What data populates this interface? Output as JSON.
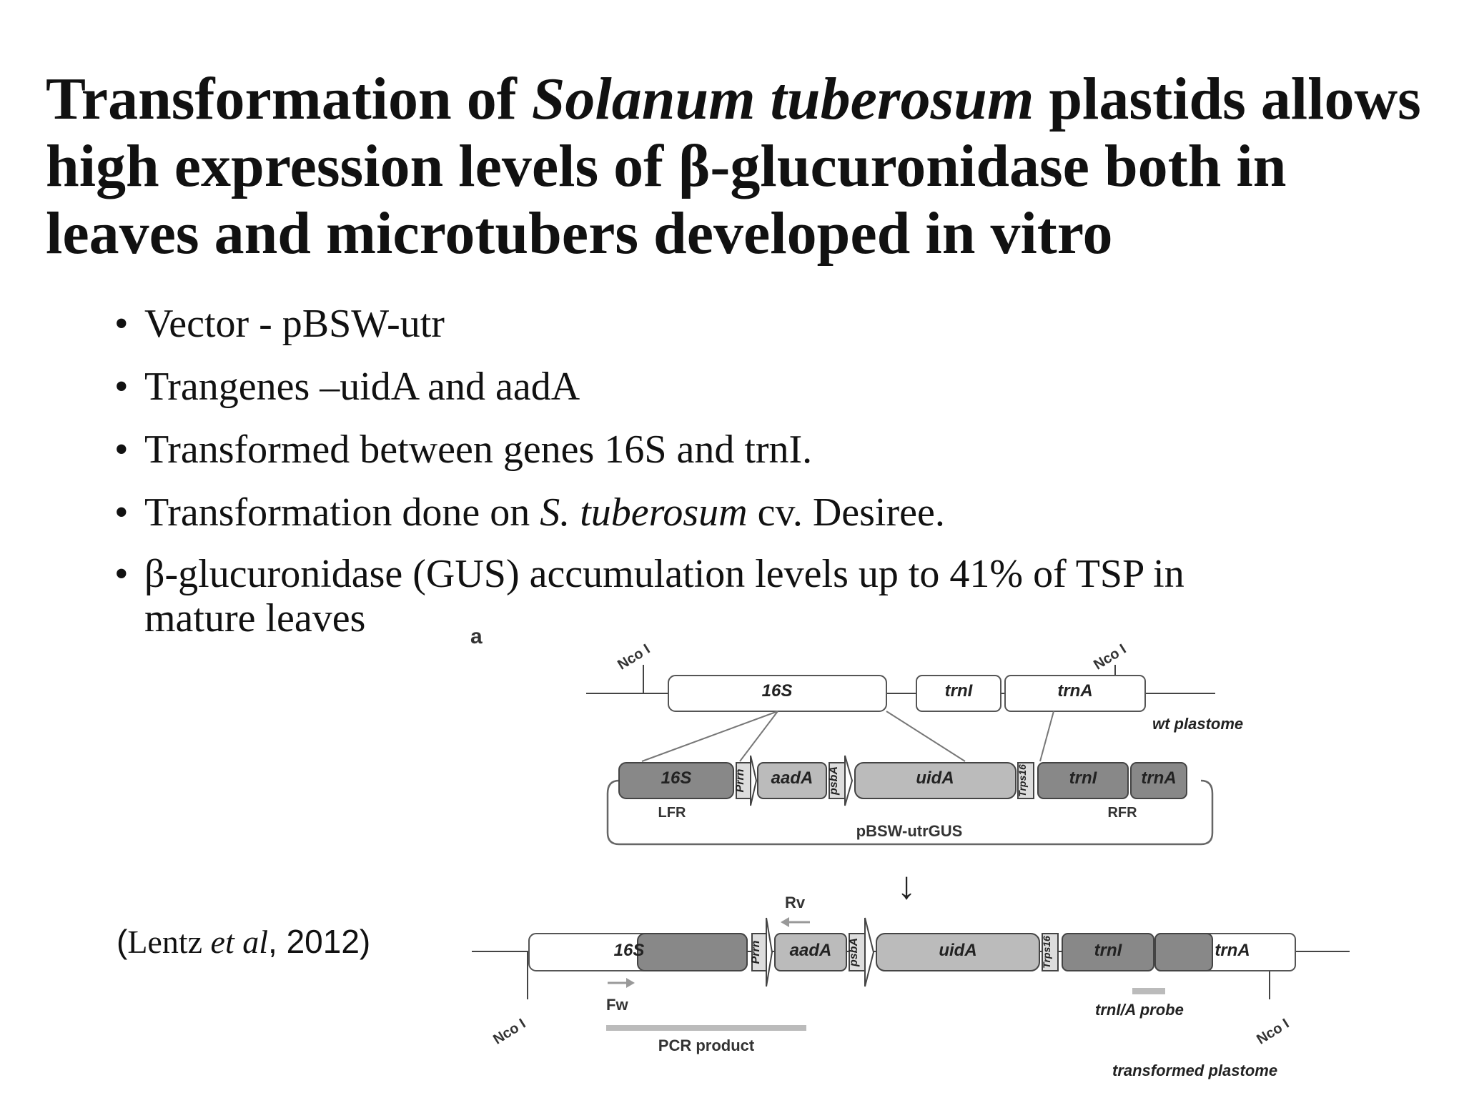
{
  "title": {
    "part1": "Transformation of ",
    "species": "Solanum tuberosum",
    "part2": " plastids allows high expression levels of β-glucuronidase both in leaves and microtubers developed in vitro"
  },
  "bullet_symbol": "•",
  "bullets": {
    "b1": "Vector - pBSW-utr",
    "b2": "Trangenes –uidA and aadA",
    "b3": "Transformed between genes 16S and trnI.",
    "b4_pre": "Transformation done on  ",
    "b4_species": "S. tuberosum",
    "b4_post": " cv. Desiree.",
    "b5": "β-glucuronidase (GUS) accumulation levels up to 41% of TSP in mature leaves"
  },
  "citation": {
    "open": "(",
    "author": "Lentz ",
    "etal": "et al",
    "year": ", 2012)"
  },
  "diagram": {
    "panel_label": "a",
    "ncoi": "Nco I",
    "wt": {
      "s16": "16S",
      "trni": "trnI",
      "trna": "trnA",
      "caption": "wt plastome"
    },
    "vector": {
      "s16": "16S",
      "prrn": "Prrn",
      "aada": "aadA",
      "psba": "psbA",
      "uida": "uidA",
      "trps16": "Trps16",
      "trni": "trnI",
      "trna": "trnA",
      "lfr": "LFR",
      "rfr": "RFR",
      "name": "pBSW-utrGUS"
    },
    "arrow": "↓",
    "transformed": {
      "s16": "16S",
      "prrn": "Prrn",
      "aada": "aadA",
      "psba": "psbA",
      "uida": "uidA",
      "trps16": "Trps16",
      "trni": "trnI",
      "trna": "trnA",
      "rv": "Rv",
      "fw": "Fw",
      "probe": "trnI/A probe",
      "pcr": "PCR product",
      "caption": "transformed plastome"
    }
  }
}
